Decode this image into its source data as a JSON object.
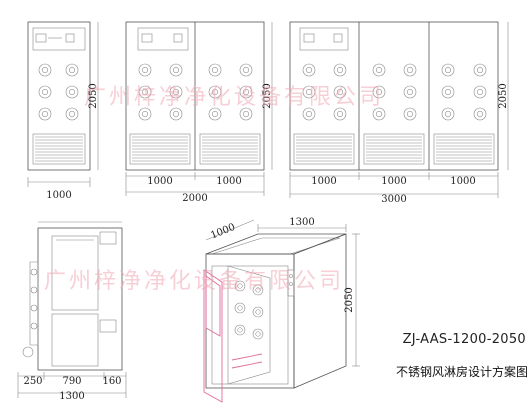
{
  "watermark": {
    "text": "广州梓净净化设备有限公司"
  },
  "single_unit": {
    "width_label": "1000",
    "height_label": "2050"
  },
  "double_unit": {
    "module_labels": [
      "1000",
      "1000"
    ],
    "total_label": "2000",
    "height_label": "2050"
  },
  "triple_unit": {
    "module_labels": [
      "1000",
      "1000",
      "1000"
    ],
    "total_label": "3000",
    "height_label": "2050"
  },
  "side_view": {
    "segment_labels": [
      "250",
      "790",
      "160"
    ],
    "total_label": "1300"
  },
  "iso_view": {
    "depth_label": "1000",
    "width_label": "1300",
    "height_label": "2050"
  },
  "model_number": "ZJ-AAS-1200-2050",
  "caption": "不锈钢风淋房设计方案图",
  "colors": {
    "line": "#555555",
    "watermark": "#f0a7b4",
    "accent": "#e06a9a"
  }
}
